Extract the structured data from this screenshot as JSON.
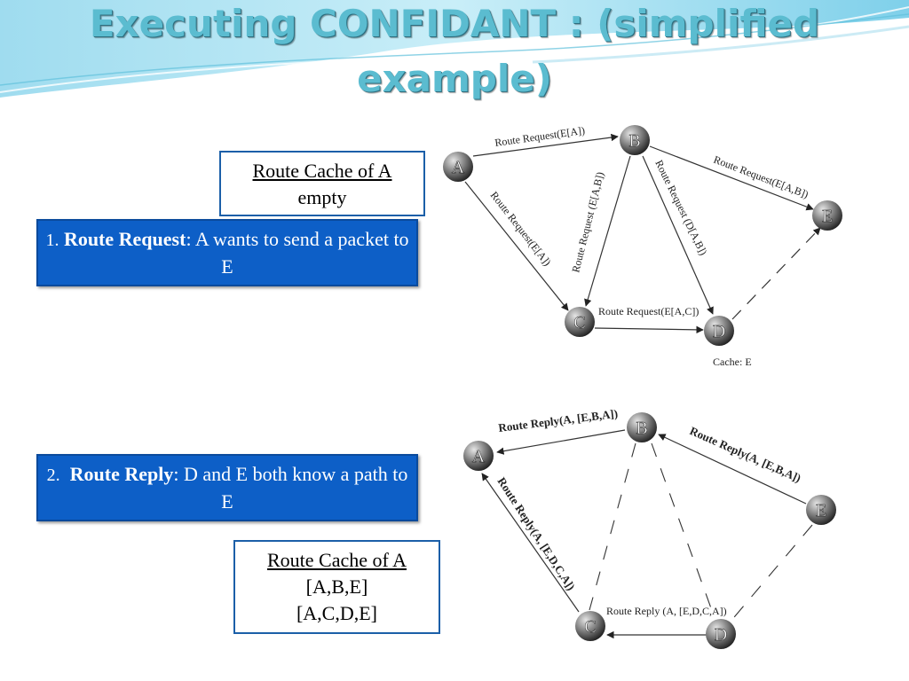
{
  "title": {
    "line1": "Executing CONFIDANT : (simplified",
    "line2": "example)"
  },
  "cache_box_1": {
    "title": "Route Cache of A",
    "entries": [
      "empty"
    ]
  },
  "step1": {
    "number": "1.",
    "label": "Route Request",
    "text": ": A wants to send a packet to E"
  },
  "step2": {
    "number": "2.",
    "label": "Route Reply",
    "text": ": D and E both know a path to E"
  },
  "cache_box_2": {
    "title": "Route Cache of A",
    "entries": [
      "[A,B,E]",
      "[A,C,D,E]"
    ]
  },
  "diagram_request": {
    "nodes": [
      "A",
      "B",
      "C",
      "D",
      "E"
    ],
    "edges": [
      {
        "from": "A",
        "to": "B",
        "label": "Route Request(E[A])"
      },
      {
        "from": "A",
        "to": "C",
        "label": "Route Request(E[A])"
      },
      {
        "from": "B",
        "to": "E",
        "label": "Route Request(E[A,B])"
      },
      {
        "from": "B",
        "to": "C",
        "label": "Route Request (E[A,B])"
      },
      {
        "from": "B",
        "to": "D",
        "label": "Route Request (D[A,B])"
      },
      {
        "from": "C",
        "to": "D",
        "label": "Route Request(E[A,C])"
      },
      {
        "from": "D",
        "to": "E",
        "label": ""
      }
    ],
    "cache_note": "Cache: E"
  },
  "diagram_reply": {
    "nodes": [
      "A",
      "B",
      "C",
      "D",
      "E"
    ],
    "edges": [
      {
        "from": "B",
        "to": "A",
        "label": "Route Reply(A, [E,B,A])"
      },
      {
        "from": "E",
        "to": "B",
        "label": "Route Reply(A, [E,B,A])"
      },
      {
        "from": "C",
        "to": "A",
        "label": "Route Reply(A, [E,D,C,A])"
      },
      {
        "from": "D",
        "to": "C",
        "label": "Route Reply (A, [E,D,C,A])"
      }
    ]
  },
  "colors": {
    "title": "#5bbcd0",
    "step_box": "#0d5fc7",
    "box_border": "#1b5fa8",
    "node_dark": "#2b2b2b",
    "node_light": "#d8d8d8"
  }
}
